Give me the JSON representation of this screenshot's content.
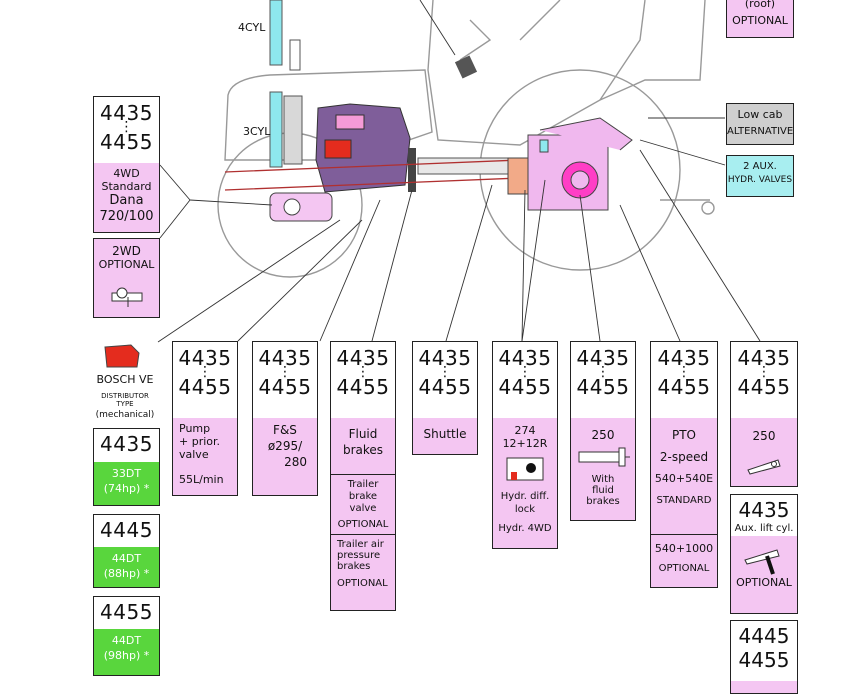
{
  "labels": {
    "cyl4": "4CYL",
    "cyl3": "3CYL"
  },
  "top_right": {
    "roof": "(roof)",
    "optional": "OPTIONAL"
  },
  "low_cab": {
    "line1": "Low cab",
    "line2": "ALTERNATIVE"
  },
  "aux_valves": {
    "line1": "2 AUX.",
    "line2": "HYDR. VALVES"
  },
  "front_axle": {
    "from": "4435",
    "to": "4455",
    "desc1": "4WD",
    "desc2": "Standard",
    "desc3": "Dana",
    "desc4": "720/100"
  },
  "two_wd": {
    "line1": "2WD",
    "line2": "OPTIONAL"
  },
  "bosch": {
    "title": "BOSCH VE",
    "sub1": "DISTRIBUTOR",
    "sub2": "TYPE",
    "sub3": "(mechanical)"
  },
  "engines": [
    {
      "model": "4435",
      "line1": "33DT",
      "line2": "(74hp) *"
    },
    {
      "model": "4445",
      "line1": "44DT",
      "line2": "(88hp) *"
    },
    {
      "model": "4455",
      "line1": "44DT",
      "line2": "(98hp) *"
    }
  ],
  "cols": [
    {
      "from": "4435",
      "to": "4455",
      "desc": [
        "Pump",
        "+ prior.",
        "valve"
      ],
      "extra": "55L/min"
    },
    {
      "from": "4435",
      "to": "4455",
      "desc": [
        "F&S",
        "ø295/",
        "280"
      ]
    },
    {
      "from": "4435",
      "to": "4455",
      "desc": [
        "Fluid",
        "brakes"
      ],
      "opt1": [
        "Trailer brake",
        "valve",
        "OPTIONAL"
      ],
      "opt2": [
        "Trailer air",
        "pressure",
        "brakes",
        "OPTIONAL"
      ]
    },
    {
      "from": "4435",
      "to": "4455",
      "desc": [
        "Shuttle"
      ]
    },
    {
      "from": "4435",
      "to": "4455",
      "desc": [
        "274",
        "12+12R"
      ],
      "extra1": "Hydr. diff. lock",
      "extra2": "Hydr. 4WD"
    },
    {
      "from": "4435",
      "to": "4455",
      "desc": [
        "250"
      ],
      "extra": [
        "With",
        "fluid",
        "brakes"
      ]
    },
    {
      "from": "4435",
      "to": "4455",
      "desc": [
        "PTO",
        "2-speed"
      ],
      "std": [
        "540+540E",
        "STANDARD"
      ],
      "opt": [
        "540+1000",
        "OPTIONAL"
      ]
    },
    {
      "from": "4435",
      "to": "4455",
      "desc": [
        "250"
      ]
    }
  ],
  "aux_lift": {
    "model": "4435",
    "desc": "Aux. lift cyl.",
    "opt": "OPTIONAL"
  },
  "last_box": {
    "line1": "4445",
    "line2": "4455"
  }
}
